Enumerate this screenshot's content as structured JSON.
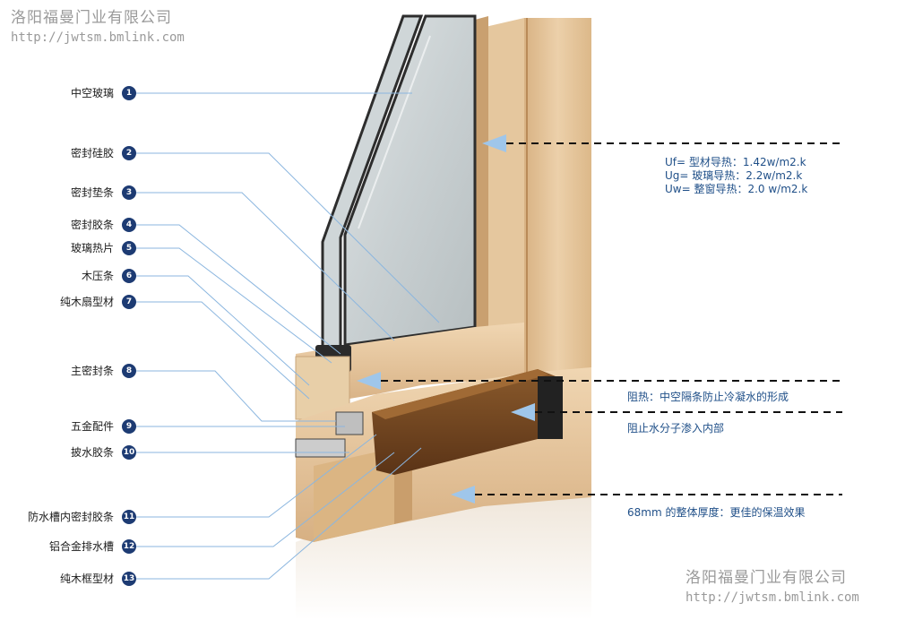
{
  "watermark_top": {
    "company": "洛阳福曼门业有限公司",
    "url": "http://jwtsm.bmlink.com"
  },
  "watermark_bottom": {
    "company": "洛阳福曼门业有限公司",
    "url": "http://jwtsm.bmlink.com"
  },
  "parts": [
    {
      "num": "1",
      "label": "中空玻璃"
    },
    {
      "num": "2",
      "label": "密封硅胶"
    },
    {
      "num": "3",
      "label": "密封垫条"
    },
    {
      "num": "4",
      "label": "密封胶条"
    },
    {
      "num": "5",
      "label": "玻璃热片"
    },
    {
      "num": "6",
      "label": "木压条"
    },
    {
      "num": "7",
      "label": "纯木扇型材"
    },
    {
      "num": "8",
      "label": "主密封条"
    },
    {
      "num": "9",
      "label": "五金配件"
    },
    {
      "num": "10",
      "label": "披水胶条"
    },
    {
      "num": "11",
      "label": "防水槽内密封胶条"
    },
    {
      "num": "12",
      "label": "铝合金排水槽"
    },
    {
      "num": "13",
      "label": "纯木框型材"
    }
  ],
  "u_values": {
    "uf": "Uf=   型材导热：1.42w/m2.k",
    "ug": "Ug=  玻璃导热：2.2w/m2.k",
    "uw": "Uw=  整窗导热：2.0 w/m2.k"
  },
  "annotations": {
    "insulation": "阻热：中空隔条防止冷凝水的形成",
    "moisture": "阻止水分子渗入内部",
    "thickness": "68mm 的整体厚度：更佳的保温效果"
  },
  "colors": {
    "accent": "#1f4f88",
    "badge": "#1d3b73",
    "wood": "#e6c49a",
    "aluminum": "#7a4a22"
  }
}
